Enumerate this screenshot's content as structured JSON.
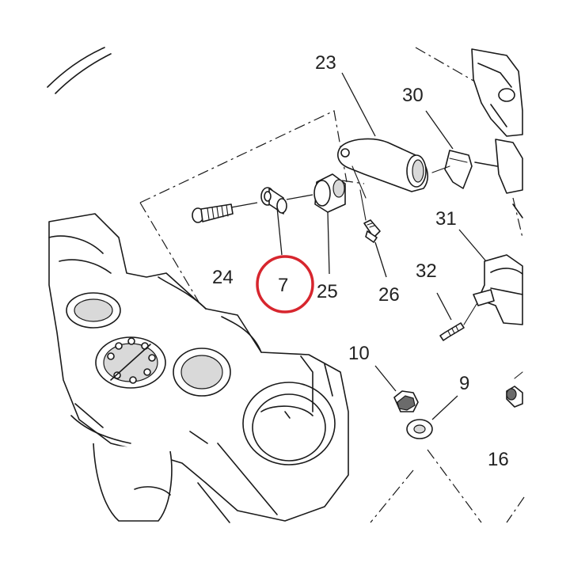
{
  "callouts": {
    "c23": "23",
    "c30": "30",
    "c31": "31",
    "c32": "32",
    "c24": "24",
    "c7": "7",
    "c25": "25",
    "c26": "26",
    "c10": "10",
    "c9": "9",
    "c16": "16"
  },
  "highlight": {
    "callout": "7",
    "color": "#d7262e"
  }
}
